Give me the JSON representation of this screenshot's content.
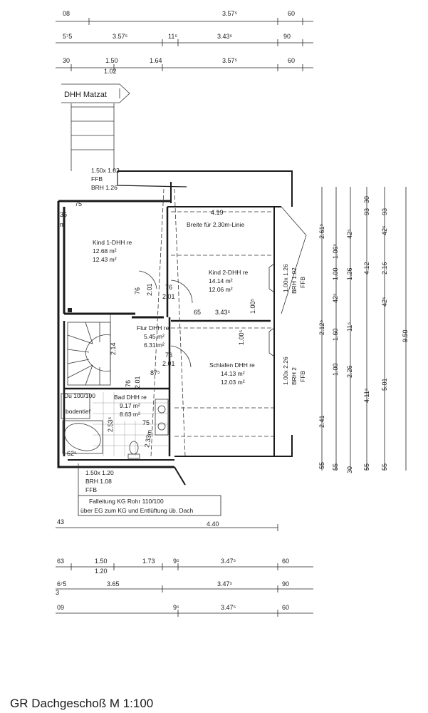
{
  "drawing_title": "GR  Dachgeschoß M 1:100",
  "top_dimensions": {
    "row1": [
      "08",
      "3.57⁵",
      "60"
    ],
    "row2": [
      "5⁷5",
      "3.57⁵",
      "11⁵",
      "3.43⁵",
      "90"
    ],
    "row3": [
      "30",
      "1.50",
      "1.64",
      "3.57⁵",
      "60"
    ],
    "row3_sub": "1.02"
  },
  "neighbor_label": "DHH Matzat",
  "window_top": {
    "size": "1.50x 1.02",
    "ffb": "FFB",
    "brh": "BRH 1.26"
  },
  "width_75": "75",
  "left_cut": [
    "35",
    "m"
  ],
  "roof_width_label": "4.19",
  "line_label": "Breite für 2.30m-Linie",
  "rooms": {
    "kind1": {
      "name": "Kind 1-DHH re",
      "area1": "12.68 m²",
      "area2": "12.43 m²"
    },
    "kind2": {
      "name": "Kind 2-DHH re",
      "area1": "14.14 m²",
      "area2": "12.06 m²"
    },
    "flur": {
      "name": "Flur DHH re",
      "area1": "5.45 m²",
      "area2": "6.31 m²"
    },
    "schlafen": {
      "name": "Schlafen DHH re",
      "area1": "14.13 m²",
      "area2": "12.03 m²"
    },
    "bad": {
      "name": "Bad DHH re",
      "area1": "9.17 m²",
      "area2": "8.63 m²"
    }
  },
  "door_marks": {
    "kind1": [
      "76",
      "2.01"
    ],
    "kind2_door": [
      "76",
      "2.01"
    ],
    "schlafen_door": [
      "76",
      "2.01"
    ],
    "bad_door": [
      "76",
      "2.01"
    ]
  },
  "inner_dims": {
    "kind2_65": "65",
    "kind2_3435": "3.43⁵",
    "kind2_1005": "1.00⁵",
    "schlafen_1005": "1.00⁵",
    "flur_875": "87⁵",
    "flur_214": "2.14",
    "bad_2535": "2.53⁵",
    "bad_75": "75",
    "stair_233": "2.33m"
  },
  "dusche": {
    "label": "Du 100/100",
    "sub": "bodentief"
  },
  "bath_62": "62⁵",
  "window_right1": {
    "size": "1.00x 1.26",
    "brh": "BRH 1.02",
    "ffb": "FFB"
  },
  "window_right2": {
    "size": "1.00x 2.26",
    "brh": "BRH 2",
    "ffb": "FFB"
  },
  "window_bottom": {
    "size": "1.50x 1.20",
    "brh": "BRH 1.08",
    "ffb": "FFB"
  },
  "falleitung": {
    "line1": "Falleitung  KG Rohr 110/100",
    "line2": "über EG zum KG und Entlüftung üb. Dach"
  },
  "right_dims": {
    "col1": [
      "2.61⁵",
      "2.12⁵",
      "2.41",
      "55"
    ],
    "col2": [
      "1.06⁵",
      "1.00",
      "42⁵",
      "1.60",
      "1.00",
      "55"
    ],
    "col3": [
      "42⁵",
      "1.26",
      "11⁵",
      "2.26",
      "30"
    ],
    "col4": [
      "93",
      "4.12",
      "4.11⁵",
      "55"
    ],
    "col5": [
      "42⁵",
      "2.16",
      "42⁵",
      "5.01",
      "55"
    ],
    "col6": [
      "30",
      "93",
      "9.50"
    ]
  },
  "bottom_dimensions": {
    "row0": [
      "43",
      "4.40"
    ],
    "row1": [
      "63",
      "1.50",
      "1.73",
      "9⁵",
      "3.47⁵",
      "60"
    ],
    "row1_sub": "1.20",
    "row2": [
      "6⁷5",
      "3.65",
      "3.47⁵",
      "90"
    ],
    "row2_sub": "3",
    "row3": [
      "09",
      "9⁵",
      "3.47⁵",
      "60"
    ]
  }
}
